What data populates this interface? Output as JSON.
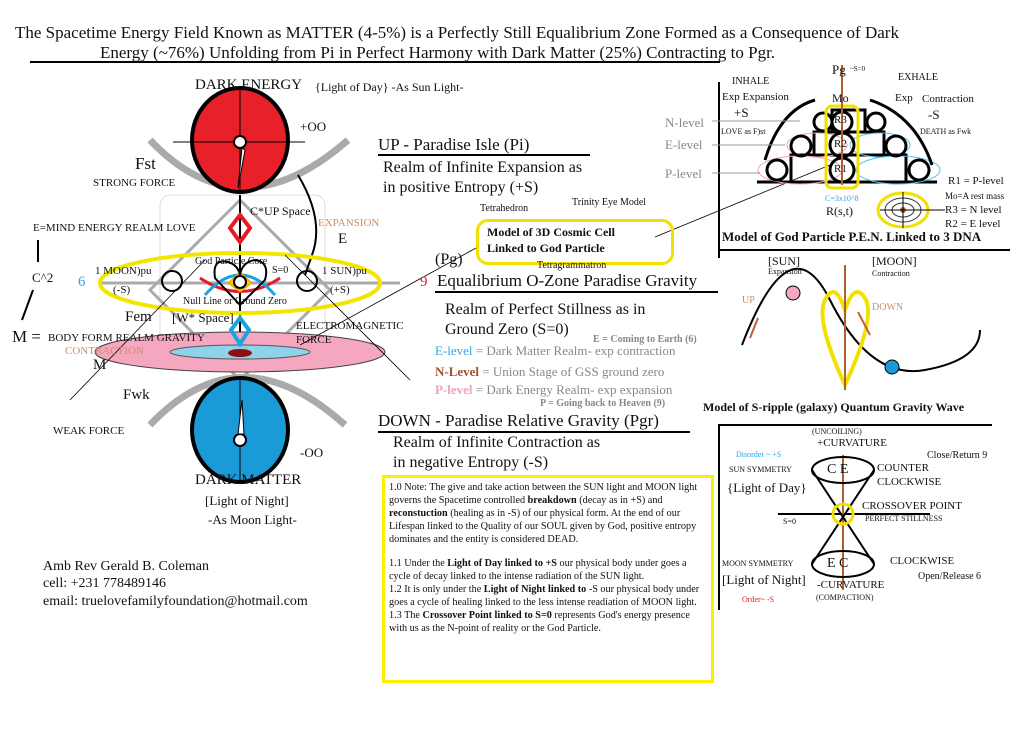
{
  "title": {
    "line1": "The Spacetime Energy Field Known as MATTER (4-5%) is a Perfectly Still Equalibrium Zone Formed as a Consequence of Dark",
    "line2": "Energy (~76%) Unfolding from Pi in Perfect Harmony with Dark Matter (25%) Contracting to Pgr."
  },
  "left": {
    "dark_energy": "DARK ENERGY",
    "light_of_day": "{Light of Day} -As Sun Light-",
    "plus_oo": "+OO",
    "fst": "Fst",
    "strong_force": "STRONG FORCE",
    "c_up_space": "C*UP Space",
    "expansion": "EXPANSION",
    "e": "E",
    "e_mind": "E=MIND ENERGY REALM  LOVE",
    "c2": "C^2",
    "six": "6",
    "moon": "1 MOON)pu",
    "minus_s": "(-S)",
    "god_core": "God Particle Core",
    "s0": "S=0",
    "sun": "1 SUN)pu",
    "plus_s": "(+S)",
    "nine": "9",
    "null_line": "Null Line or Ground Zero",
    "fem": "Fem",
    "w_space": "[W* Space]",
    "m_eq": "M =",
    "body_form": "BODY FORM REALM  GRAVITY",
    "contraction": "CONTRACTION",
    "m": "M",
    "electromagnetic": "ELECTROMAGNETIC",
    "force": "FORCE",
    "fwk": "Fwk",
    "weak_force": "WEAK FORCE",
    "minus_oo": "-OO",
    "dark_matter": "DARK MATTER",
    "light_of_night": "[Light of Night]",
    "moon_light": "-As Moon Light-"
  },
  "contact": {
    "name": "Amb Rev Gerald B. Coleman",
    "cell": "cell: +231 778489146",
    "email": "email: truelovefamilyfoundation@hotmail.com"
  },
  "middle": {
    "up_title": "UP - Paradise Isle  (Pi)",
    "up_l1": "Realm of Infinite Expansion as",
    "up_l2": "in positive Entropy (+S)",
    "tetrahedron": "Tetrahedron",
    "trinity": "Trinity Eye Model",
    "cell_l1": "Model of 3D Cosmic Cell",
    "cell_l2": "Linked to God Particle",
    "tetragrammatron": "Tetragrammatron",
    "pg": "(Pg)",
    "eq_title": "Equalibrium O-Zone  Paradise Gravity",
    "still_l1": "Realm of Perfect Stillness as in",
    "still_l2": "Ground Zero (S=0)",
    "coming": "E = Coming to Earth (6)",
    "e_level": "E-level",
    "e_level_desc": " = Dark Matter Realm- exp contraction",
    "n_level": "N-Level",
    "n_level_desc": " = Union Stage of GSS ground zero",
    "p_level": "P-level",
    "p_level_desc": " = Dark Energy Realm- exp expansion",
    "going": "P = Going back to Heaven (9)",
    "down_title": "DOWN - Paradise Relative Gravity (Pgr)",
    "down_l1": "Realm of Infinite Contraction as",
    "down_l2": "in negative Entropy (-S)"
  },
  "note": {
    "p1_a": "1.0 Note: The give and take action between the SUN light and MOON light governs the Spacetime controlled ",
    "p1_b": "breakdown",
    "p1_c": " (decay as in +S) and ",
    "p1_d": "reconstuction",
    "p1_e": " (healing as in -S) of our physical form. At the end of our Lifespan linked to the Quality of our SOUL given by God, positive entropy dominates and the entity is considered DEAD.",
    "p2_a": "1.1 Under the ",
    "p2_b": "Light of Day linked to +S",
    "p2_c": " our physical body under goes a cycle of decay linked to the intense radiation of the SUN light.",
    "p3_a": "1.2 It is only under the ",
    "p3_b": "Light of Night linked to",
    "p3_c": " -S our physical body under goes a cycle of healing linked to the less intense readiation of MOON light.",
    "p4_a": "1.3 The ",
    "p4_b": "Crossover Point linked to S=0",
    "p4_c": " represents God's energy presence with us as the N-point of reality or the God Particle."
  },
  "pen": {
    "pg": "Pg",
    "pg_s": "~S=0",
    "inhale": "INHALE",
    "exhale": "EXHALE",
    "exp1": "Exp  Expansion",
    "plus_s": "+S",
    "exp2": "Exp",
    "contraction": "Contraction",
    "minus_s": "-S",
    "mo": "Mo",
    "n_level": "N-level",
    "e_level": "E-level",
    "p_level": "P-level",
    "love": "LOVE as F)st",
    "death": "DEATH as Fwk",
    "r3": "R3",
    "r2": "R2",
    "r1": "R1",
    "c": "C=3x10^8",
    "rst": "R(s,t)",
    "k1": "R1 = P-level",
    "k2": "Mo=A rest mass",
    "k3": "R3 = N level",
    "k4": "R2 = E level",
    "caption": "Model of God Particle P.E.N. Linked to 3 DNA"
  },
  "wave": {
    "sun": "[SUN]",
    "expansion": "Expansion",
    "moon": "[MOON]",
    "contraction": "Contraction",
    "up": "UP",
    "down": "DOWN",
    "caption": "Model of S-ripple (galaxy) Quantum Gravity Wave"
  },
  "cone": {
    "uncoiling": "(UNCOILING)",
    "plus_curv": "+CURVATURE",
    "disorder": "Disorder ~ +S",
    "close": "Close/Return 9",
    "sun_sym": "SUN SYMMETRY",
    "lod": "{Light of Day}",
    "ce": "C  E",
    "counter": "COUNTER",
    "clockwise1": "CLOCKWISE",
    "crossover": "CROSSOVER POINT",
    "stillness": "PERFECT STILLNESS",
    "s0": "S=0",
    "moon_sym": "MOON SYMMETRY",
    "lon": "[Light of Night]",
    "ec": "E  C",
    "clockwise2": "CLOCKWISE",
    "open": "Open/Release 6",
    "minus_curv": "-CURVATURE",
    "compaction": "(COMPACTION)",
    "order": "Order~ -S"
  }
}
